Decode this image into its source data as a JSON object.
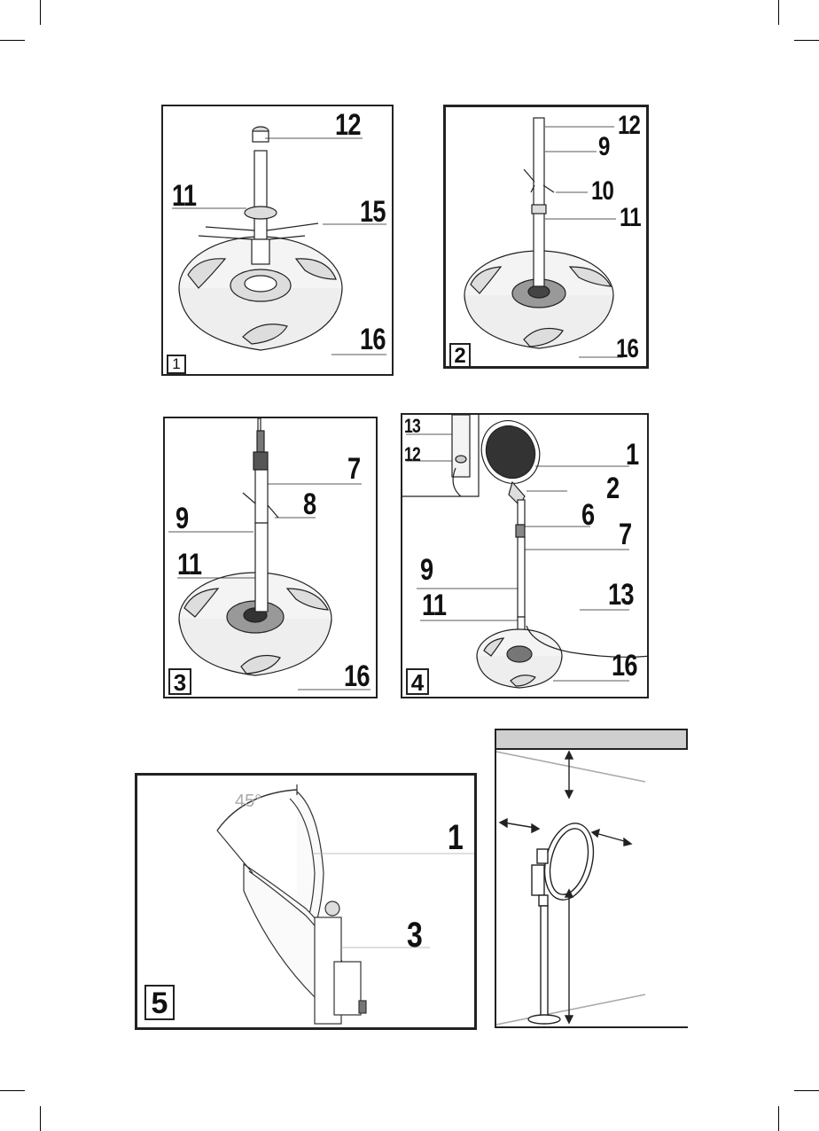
{
  "figures": [
    {
      "step": "1",
      "callouts": [
        "12",
        "11",
        "15",
        "16"
      ]
    },
    {
      "step": "2",
      "callouts": [
        "12",
        "9",
        "10",
        "11",
        "16"
      ]
    },
    {
      "step": "3",
      "callouts": [
        "7",
        "8",
        "9",
        "11",
        "16"
      ]
    },
    {
      "step": "4",
      "callouts": [
        "13",
        "12",
        "1",
        "2",
        "6",
        "7",
        "9",
        "13",
        "11",
        "16"
      ]
    },
    {
      "step": "5",
      "angle": "45°",
      "callouts": [
        "1",
        "3"
      ]
    }
  ],
  "clearance_figure": {
    "header": ""
  }
}
